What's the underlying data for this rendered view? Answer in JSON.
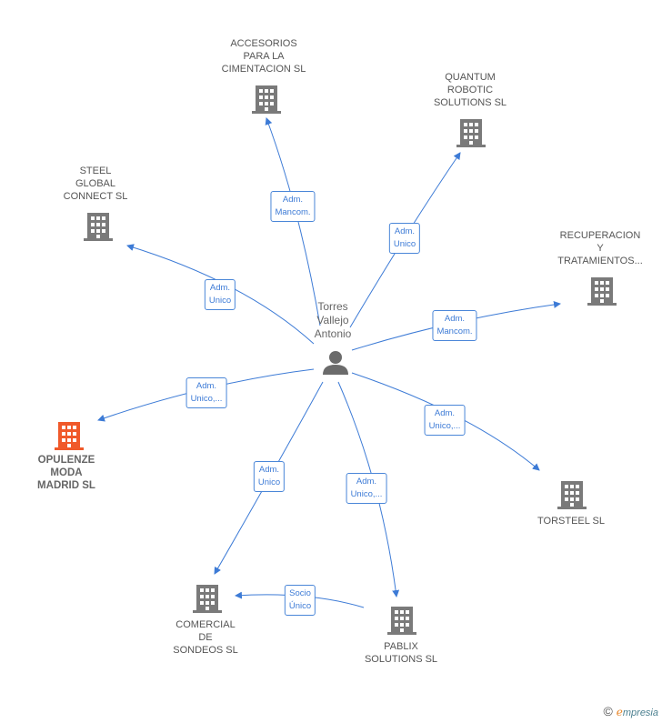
{
  "person": {
    "lines": [
      "Torres",
      "Vallejo",
      "Antonio"
    ]
  },
  "companies": [
    {
      "id": "accesorios",
      "lines": [
        "ACCESORIOS",
        "PARA LA",
        "CIMENTACION SL"
      ],
      "highlight": false
    },
    {
      "id": "quantum",
      "lines": [
        "QUANTUM",
        "ROBOTIC",
        "SOLUTIONS  SL"
      ],
      "highlight": false
    },
    {
      "id": "steel",
      "lines": [
        "STEEL",
        "GLOBAL",
        "CONNECT  SL"
      ],
      "highlight": false
    },
    {
      "id": "recuperacion",
      "lines": [
        "RECUPERACION",
        "Y",
        "TRATAMIENTOS..."
      ],
      "highlight": false
    },
    {
      "id": "opulenze",
      "lines": [
        "OPULENZE",
        "MODA",
        "MADRID  SL"
      ],
      "highlight": true
    },
    {
      "id": "torsteel",
      "lines": [
        "TORSTEEL  SL"
      ],
      "highlight": false
    },
    {
      "id": "comercial",
      "lines": [
        "COMERCIAL",
        "DE",
        "SONDEOS SL"
      ],
      "highlight": false
    },
    {
      "id": "pablix",
      "lines": [
        "PABLIX",
        "SOLUTIONS  SL"
      ],
      "highlight": false
    }
  ],
  "roles": [
    {
      "id": "r-accesorios",
      "lines": [
        "Adm.",
        "Mancom."
      ]
    },
    {
      "id": "r-quantum",
      "lines": [
        "Adm.",
        "Unico"
      ]
    },
    {
      "id": "r-steel",
      "lines": [
        "Adm.",
        "Unico"
      ]
    },
    {
      "id": "r-recuperacion",
      "lines": [
        "Adm.",
        "Mancom."
      ]
    },
    {
      "id": "r-opulenze",
      "lines": [
        "Adm.",
        "Unico,..."
      ]
    },
    {
      "id": "r-torsteel",
      "lines": [
        "Adm.",
        "Unico,..."
      ]
    },
    {
      "id": "r-comercial",
      "lines": [
        "Adm.",
        "Unico"
      ]
    },
    {
      "id": "r-pablix",
      "lines": [
        "Adm.",
        "Unico,..."
      ]
    },
    {
      "id": "r-socio",
      "lines": [
        "Socio",
        "Único"
      ]
    }
  ],
  "footer": {
    "symbol": "©",
    "brand_initial": "e",
    "brand_rest": "mpresia"
  },
  "colors": {
    "edge": "#3d7bd6",
    "building": "#7a7a7a",
    "building_highlight": "#f0592a",
    "person": "#6b6b6b"
  }
}
